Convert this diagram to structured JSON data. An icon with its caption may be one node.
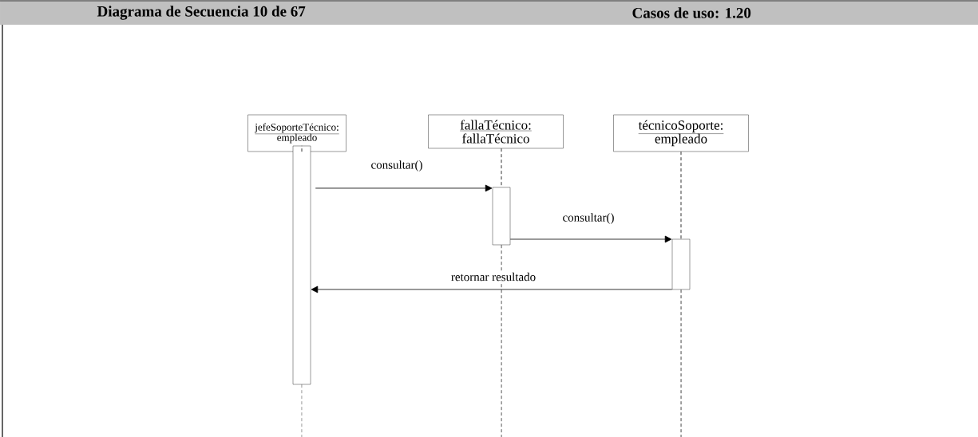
{
  "diagram": {
    "title": "Diagrama de Secuencia 10 de 67",
    "nodes": [
      {
        "text": [
          "jefeSoporteTécnico:",
          "empleado"
        ]
      },
      {
        "text": [
          "fallaTécnico:",
          "fallaTécnico"
        ]
      },
      {
        "text": [
          "técnicoSoporte:",
          "empleado"
        ]
      },
      {
        "text": [],
        "shape": "bar"
      },
      {
        "text": [],
        "shape": "bar"
      },
      {
        "text": [],
        "shape": "bar"
      }
    ],
    "edges": [
      {
        "from": 0,
        "to": 3,
        "arrow": "none",
        "style": "dashed"
      },
      {
        "from": 1,
        "to": 4,
        "arrow": "none",
        "style": "dashed"
      },
      {
        "from": 2,
        "to": 5,
        "arrow": "none",
        "style": "dashed"
      },
      {
        "from": 3,
        "to": null,
        "arrow": "none",
        "style": "dashed"
      },
      {
        "from": 4,
        "to": null,
        "arrow": "none",
        "style": "dashed"
      },
      {
        "from": 5,
        "to": null,
        "arrow": "none",
        "style": "dashed"
      },
      {
        "from": 3,
        "to": 4,
        "arrow": "to",
        "label": "consultar()"
      },
      {
        "from": 4,
        "to": 5,
        "arrow": "to",
        "label": "consultar()"
      },
      {
        "from": 5,
        "to": 3,
        "arrow": "to",
        "label": "retornar resultado"
      }
    ],
    "labels": [
      "Casos de uso: 1.20"
    ]
  }
}
